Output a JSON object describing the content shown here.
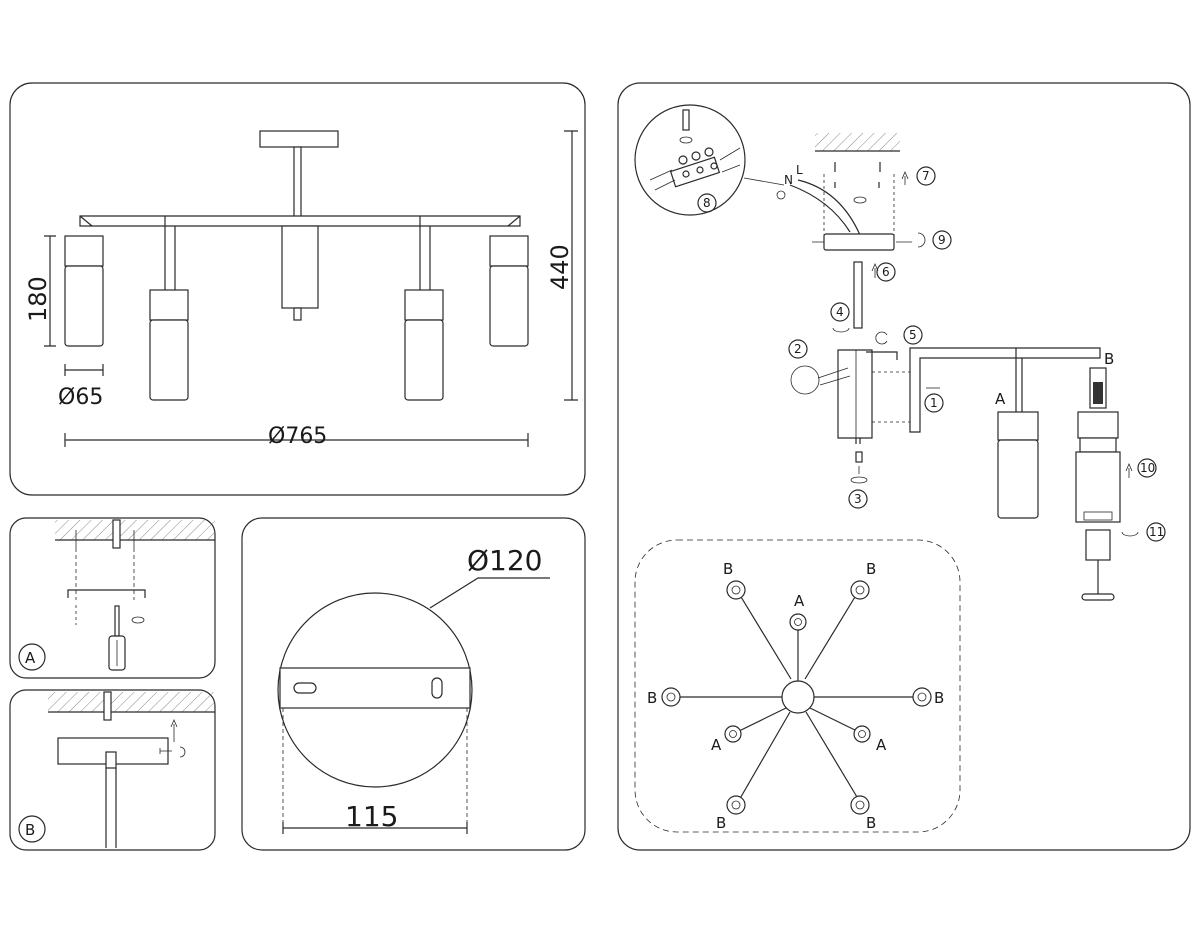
{
  "dimensions": {
    "height_180": "180",
    "height_440": "440",
    "diam_65": "Ø65",
    "diam_765": "Ø765",
    "plate_diam": "Ø120",
    "plate_width": "115"
  },
  "panels": {
    "a_label": "A",
    "b_label": "B"
  },
  "steps": [
    "1",
    "2",
    "3",
    "4",
    "5",
    "6",
    "7",
    "8",
    "9",
    "10",
    "11"
  ],
  "wire_labels": {
    "n": "N",
    "l": "L"
  },
  "arm_labels": {
    "a": "A",
    "b": "B"
  }
}
